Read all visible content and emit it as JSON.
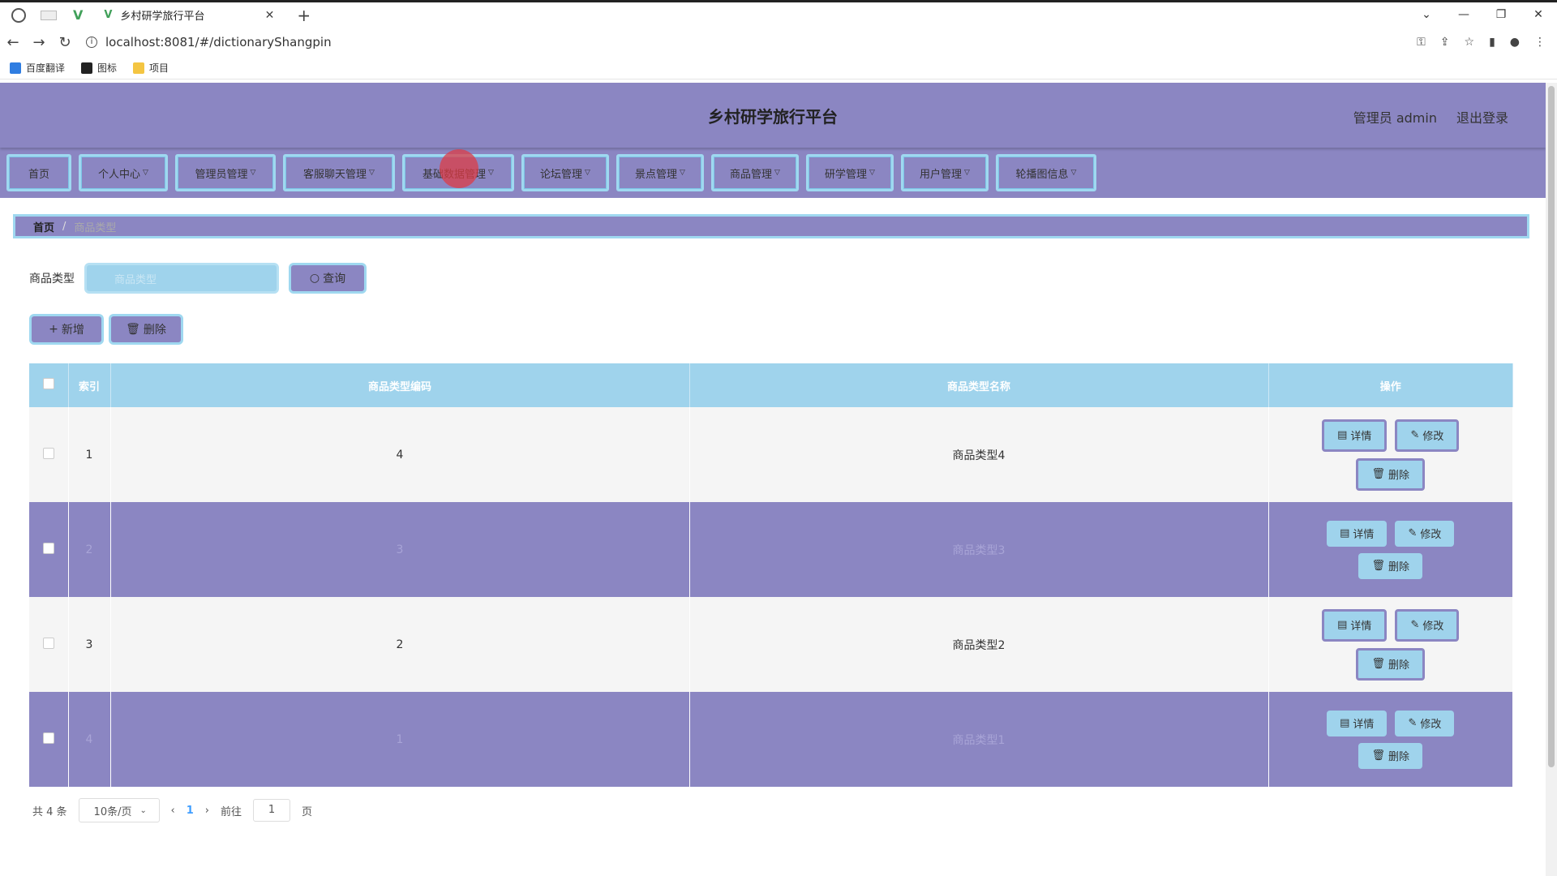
{
  "browser": {
    "tab_title": "乡村研学旅行平台",
    "url": "localhost:8081/#/dictionaryShangpin",
    "bookmarks": [
      "百度翻译",
      "图标",
      "项目"
    ]
  },
  "header": {
    "title": "乡村研学旅行平台",
    "user": "管理员 admin",
    "logout": "退出登录"
  },
  "menu": [
    {
      "label": "首页",
      "dropdown": false
    },
    {
      "label": "个人中心",
      "dropdown": true
    },
    {
      "label": "管理员管理",
      "dropdown": true
    },
    {
      "label": "客服聊天管理",
      "dropdown": true
    },
    {
      "label": "基础数据管理",
      "dropdown": true
    },
    {
      "label": "论坛管理",
      "dropdown": true
    },
    {
      "label": "景点管理",
      "dropdown": true
    },
    {
      "label": "商品管理",
      "dropdown": true
    },
    {
      "label": "研学管理",
      "dropdown": true
    },
    {
      "label": "用户管理",
      "dropdown": true
    },
    {
      "label": "轮播图信息",
      "dropdown": true
    }
  ],
  "breadcrumb": {
    "home": "首页",
    "current": "商品类型"
  },
  "search": {
    "label": "商品类型",
    "placeholder": "商品类型",
    "button": "查询"
  },
  "actions": {
    "add": "新增",
    "delete": "删除"
  },
  "table": {
    "headers": {
      "index": "索引",
      "code": "商品类型编码",
      "name": "商品类型名称",
      "ops": "操作"
    },
    "rows": [
      {
        "index": "1",
        "code": "4",
        "name": "商品类型4"
      },
      {
        "index": "2",
        "code": "3",
        "name": "商品类型3"
      },
      {
        "index": "3",
        "code": "2",
        "name": "商品类型2"
      },
      {
        "index": "4",
        "code": "1",
        "name": "商品类型1"
      }
    ],
    "op_labels": {
      "detail": "详情",
      "edit": "修改",
      "delete": "删除"
    }
  },
  "pagination": {
    "total": "共 4 条",
    "page_size": "10条/页",
    "current": "1",
    "goto_prefix": "前往",
    "goto_value": "1",
    "goto_suffix": "页"
  },
  "colors": {
    "primary": "#8b86c2",
    "accent": "#9fd3ec"
  }
}
